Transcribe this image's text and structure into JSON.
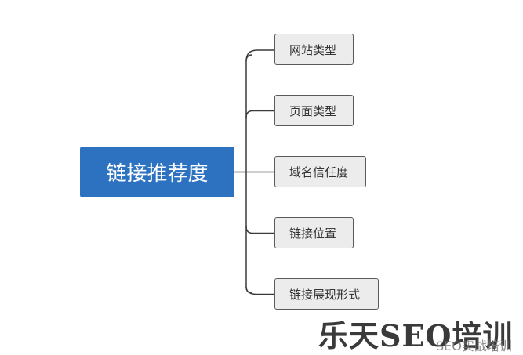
{
  "mindmap": {
    "root": {
      "label": "链接推荐度",
      "color": "#2d72c0"
    },
    "children": [
      {
        "label": "网站类型"
      },
      {
        "label": "页面类型"
      },
      {
        "label": "域名信任度"
      },
      {
        "label": "链接位置"
      },
      {
        "label": "链接展现形式"
      }
    ]
  },
  "watermark": {
    "logo_text": "乐天SEO培训",
    "caption": "SEO实战培训"
  }
}
